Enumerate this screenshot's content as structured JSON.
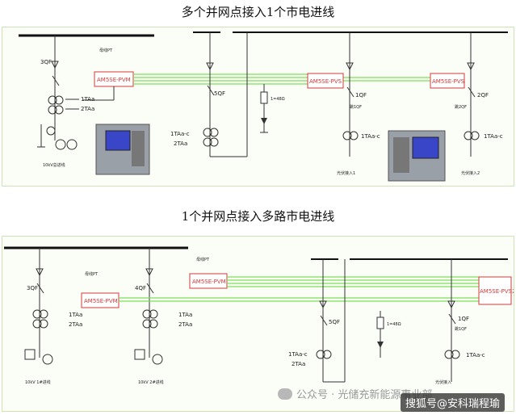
{
  "diagram1": {
    "title": "多个并网点接入1个市电进线",
    "pvm": "AM5SE-PVM",
    "pvs": "AM5SE-PVS",
    "breaker_main": "3QF",
    "ct_main": [
      "1TAa",
      "2TAa"
    ],
    "feed_label": "10kV总进线",
    "bus_pt": "母线PT",
    "breaker_5": "5QF",
    "ct_5": [
      "1TAa-c",
      "2TAa"
    ],
    "breaker_1": "1QF",
    "ct_1": "1TAa-c",
    "pv1": "光伏接入1",
    "breaker_2": "2QF",
    "ct_2": "1TAa-c",
    "pv2": "光伏接入2",
    "resistor": "1=48Ω",
    "qf_label_1": "跳1QF",
    "qf_label_2": "跳2QF"
  },
  "diagram2": {
    "title": "1个并网点接入多路市电进线",
    "pvm": "AM5SE-PVM",
    "pvm2": "AM5SE-PVM",
    "pvs": "AM5SE-PVS2",
    "bus_pt": "母线PT",
    "breaker_3": "3QF",
    "breaker_4": "4QF",
    "ct_a": [
      "1TAa",
      "2TAa"
    ],
    "ct_b": [
      "1TAa",
      "2TAa"
    ],
    "feed_a": "10kV 1#进线",
    "feed_b": "10kV 2#进线",
    "breaker_5": "5QF",
    "ct_5": [
      "1TAa-c",
      "2TAa"
    ],
    "breaker_1": "1QF",
    "ct_1": "1TAa-c",
    "pv1": "光伏接入",
    "resistor": "1=48Ω",
    "qf_label": "跳1QF"
  },
  "watermark": {
    "wechat": "公众号 · 光储充新能源事业部",
    "sohu": "搜狐号@安科瑞程瑜"
  },
  "colors": {
    "device_red": "#d23a3a",
    "signal_green": "#7ee05a",
    "line": "#333333"
  }
}
